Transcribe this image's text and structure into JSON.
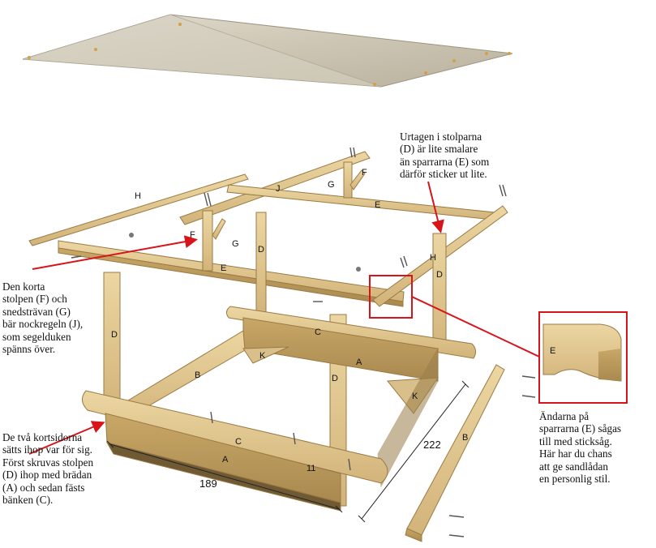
{
  "notes": {
    "top_right": "Urtagen i stolparna\n(D) är lite smalare\nän sparrarna (E) som\ndärför sticker ut lite.",
    "left_middle": "Den korta\nstolpen (F) och\nsnedsträvan (G)\nbär nockregeln (J),\nsom segelduken\nspänns över.",
    "left_bottom": "De två kortsidorna\nsätts ihop var för sig.\nFörst skruvas stolpen\n(D) ihop med brädan\n(A) och sedan fästs\nbänken (C).",
    "right_detail": "Ändarna på\nsparrarna (E) sågas\ntill med sticksåg.\nHär har du chans\natt ge sandlådan\nen personlig stil."
  },
  "part_labels": {
    "h1": "H",
    "j": "J",
    "g1": "G",
    "f1": "F",
    "e1": "E",
    "f2": "F",
    "g2": "G",
    "e2": "E",
    "d1": "D",
    "h2": "H",
    "d2": "D",
    "d3": "D",
    "c1": "C",
    "k1": "K",
    "a1": "A",
    "b1": "B",
    "d4": "D",
    "k2": "K",
    "c2": "C",
    "a2": "A",
    "n11": "11",
    "b2": "B",
    "e_detail": "E"
  },
  "dimensions": {
    "width": "189",
    "depth": "222"
  },
  "colors": {
    "wood": "#e4c98f",
    "wood_dark": "#c9a86a",
    "wood_edge": "#a9894f",
    "canvas": "#cfc8b8",
    "arrow": "#d8141b",
    "line": "#222222"
  }
}
